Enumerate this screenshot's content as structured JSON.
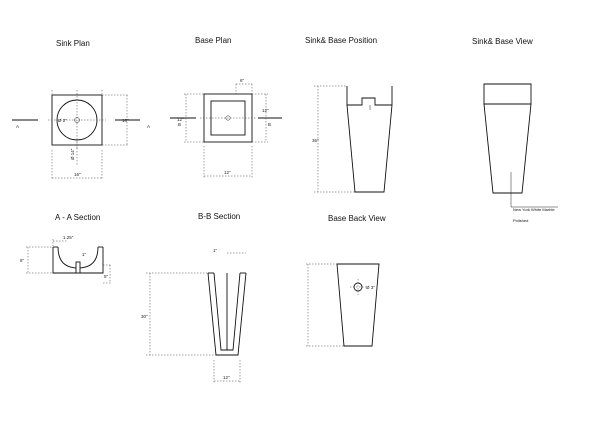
{
  "views": {
    "sink_plan": {
      "title": "Sink Plan",
      "section_left": "A",
      "section_right": "A",
      "dim_top": "",
      "dim_right": "16\"",
      "dim_bottom": "16\"",
      "dim_dia": "Ø 14\"",
      "dim_drain": "Ø 2\""
    },
    "base_plan": {
      "title": "Base Plan",
      "section_left": "B",
      "section_right": "B",
      "dim_top": "6\"",
      "dim_right": "12\"",
      "dim_left": "12\"",
      "dim_bottom": "12\""
    },
    "sink_base_position": {
      "title": "Sink& Base Position",
      "dim_height": "36\""
    },
    "sink_base_view": {
      "title": "Sink& Base View",
      "material_line1": "New York White Marble",
      "material_line2": "Polished"
    },
    "aa_section": {
      "title": "A - A Section",
      "dim_top": "1.25\"",
      "dim_left": "6\"",
      "dim_right": "5\"",
      "dim_mid": "1\""
    },
    "bb_section": {
      "title": "B-B Section",
      "dim_top": "1\"",
      "dim_height": "30\"",
      "dim_bottom": "12\""
    },
    "base_back_view": {
      "title": "Base Back View",
      "dim_hole": "Ø 3\""
    }
  }
}
